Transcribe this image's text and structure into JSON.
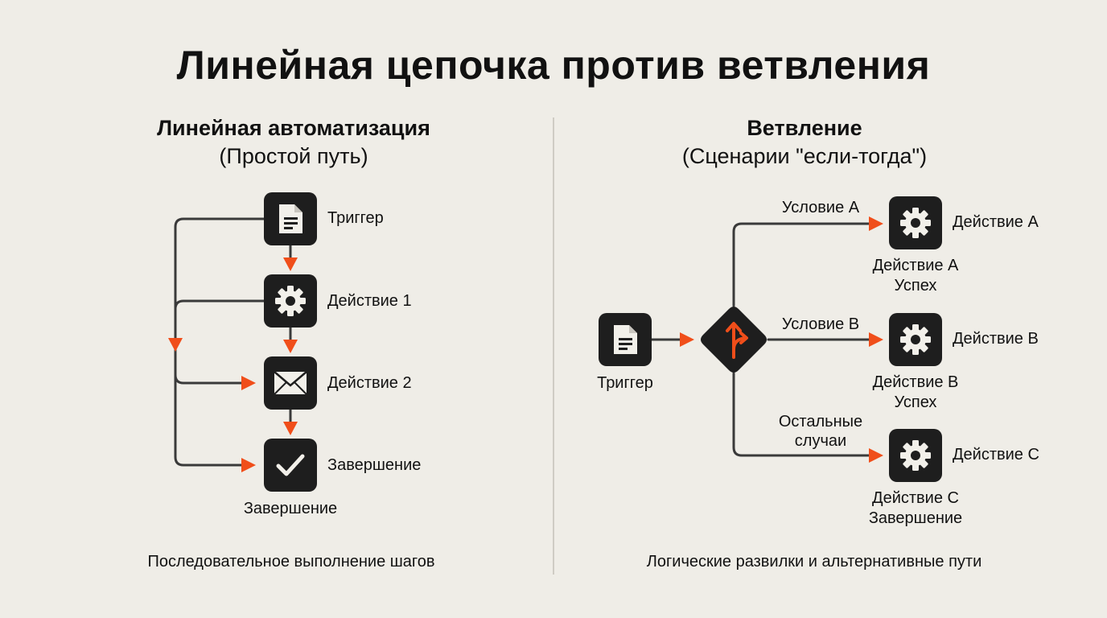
{
  "title": "Линейная цепочка против ветвления",
  "left": {
    "heading": "Линейная автоматизация",
    "subheading": "(Простой путь)",
    "steps": [
      {
        "label": "Триггер",
        "icon": "document-icon"
      },
      {
        "label": "Действие 1",
        "icon": "gear-icon"
      },
      {
        "label": "Действие 2",
        "icon": "envelope-icon"
      },
      {
        "label": "Завершение",
        "icon": "checkmark-icon"
      }
    ],
    "caption_below": "Завершение",
    "footer": "Последовательное выполнение шагов"
  },
  "right": {
    "heading": "Ветвление",
    "subheading": "(Сценарии \"если-тогда\")",
    "trigger_label": "Триггер",
    "branches": [
      {
        "condition": "Условие А",
        "action": "Действие А",
        "caption_line1": "Действие А",
        "caption_line2": "Успех"
      },
      {
        "condition": "Условие В",
        "action": "Действие В",
        "caption_line1": "Действие В",
        "caption_line2": "Успех"
      },
      {
        "condition_line1": "Остальные",
        "condition_line2": "случаи",
        "action": "Действие С",
        "caption_line1": "Действие С",
        "caption_line2": "Завершение"
      }
    ],
    "footer": "Логические развилки и альтернативные пути"
  },
  "colors": {
    "background": "#efede7",
    "node": "#1e1e1e",
    "line": "#3a3a3a",
    "accent": "#f04e1a"
  }
}
